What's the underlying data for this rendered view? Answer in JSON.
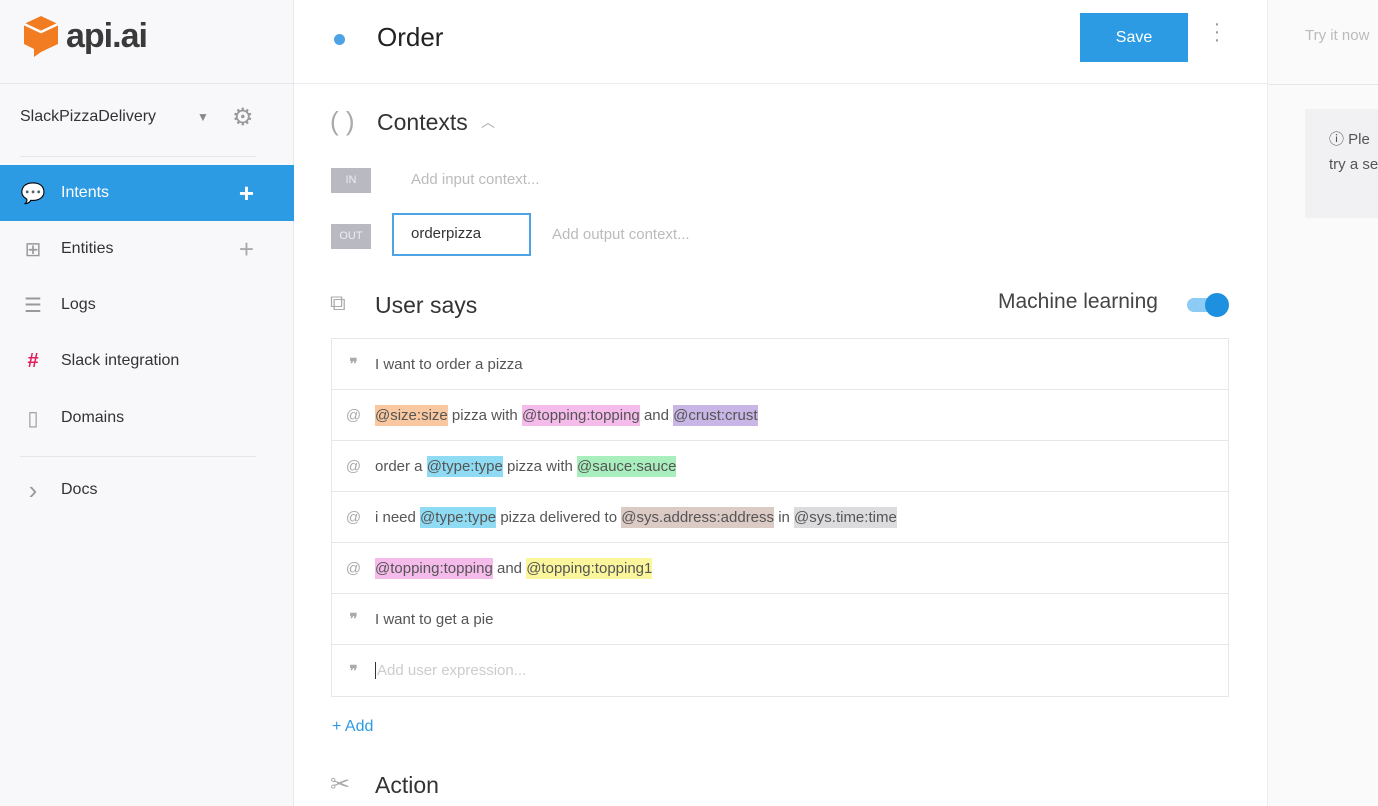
{
  "brand": {
    "name": "api.ai",
    "logo_color": "#f27c21"
  },
  "sidebar": {
    "agent": "SlackPizzaDelivery",
    "items": [
      {
        "label": "Intents",
        "icon": "chat-bubble-icon",
        "glyph": "💬",
        "plus": "+",
        "active": true
      },
      {
        "label": "Entities",
        "icon": "sitemap-icon",
        "glyph": "⊞",
        "plus": "+"
      },
      {
        "label": "Logs",
        "icon": "list-icon",
        "glyph": "☰"
      },
      {
        "label": "Slack integration",
        "icon": "slack-icon",
        "glyph": "#"
      },
      {
        "label": "Domains",
        "icon": "book-icon",
        "glyph": "▯"
      },
      {
        "label": "Docs",
        "icon": "chevron-right-icon",
        "glyph": "›"
      }
    ]
  },
  "header": {
    "title": "Order",
    "save_label": "Save"
  },
  "contexts": {
    "title": "Contexts",
    "in_tag": "IN",
    "out_tag": "OUT",
    "input_placeholder": "Add input context...",
    "output_value": "orderpizza",
    "output_placeholder": "Add output context..."
  },
  "user_says": {
    "title": "User says",
    "ml_label": "Machine learning",
    "ml_enabled": true,
    "rows": [
      {
        "type": "quote",
        "segments": [
          {
            "text": "I want to order a pizza"
          }
        ]
      },
      {
        "type": "template",
        "segments": [
          {
            "text": "@size:size",
            "color": "#f9c8a0"
          },
          {
            "text": " pizza with "
          },
          {
            "text": "@topping:topping",
            "color": "#f5bbeb"
          },
          {
            "text": " and "
          },
          {
            "text": "@crust:crust",
            "color": "#c8b6e6"
          }
        ]
      },
      {
        "type": "template",
        "segments": [
          {
            "text": "order a "
          },
          {
            "text": "@type:type",
            "color": "#8fdbf3"
          },
          {
            "text": " pizza with "
          },
          {
            "text": "@sauce:sauce",
            "color": "#a9efbd"
          }
        ]
      },
      {
        "type": "template",
        "segments": [
          {
            "text": "i need "
          },
          {
            "text": "@type:type",
            "color": "#8fdbf3"
          },
          {
            "text": " pizza delivered to "
          },
          {
            "text": "@sys.address:address",
            "color": "#dccac5"
          },
          {
            "text": " in "
          },
          {
            "text": "@sys.time:time",
            "color": "#dcdcdf"
          }
        ]
      },
      {
        "type": "template",
        "segments": [
          {
            "text": "@topping:topping",
            "color": "#f5bbeb"
          },
          {
            "text": " and "
          },
          {
            "text": "@topping:topping1",
            "color": "#fbf59c"
          }
        ]
      },
      {
        "type": "quote",
        "segments": [
          {
            "text": "I want to get a pie"
          }
        ]
      }
    ],
    "new_placeholder": "Add user expression...",
    "add_label": "+ Add"
  },
  "action": {
    "title": "Action"
  },
  "try_panel": {
    "placeholder": "Try it now",
    "info_line1": "Ple",
    "info_line2": "try a se"
  }
}
